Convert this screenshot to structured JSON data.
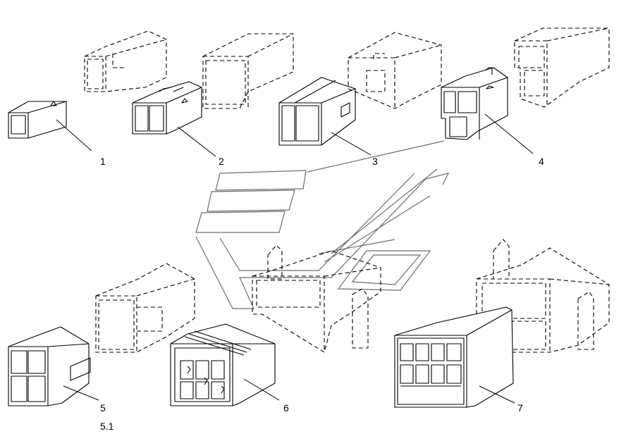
{
  "callouts": {
    "c1": "1",
    "c2": "2",
    "c3": "3",
    "c4": "4",
    "c5": "5",
    "c51": "5.1",
    "c6": "6",
    "c7": "7"
  },
  "colors": {
    "line": "#000000",
    "watermark": "#6d6d6d",
    "background": "#ffffff"
  }
}
